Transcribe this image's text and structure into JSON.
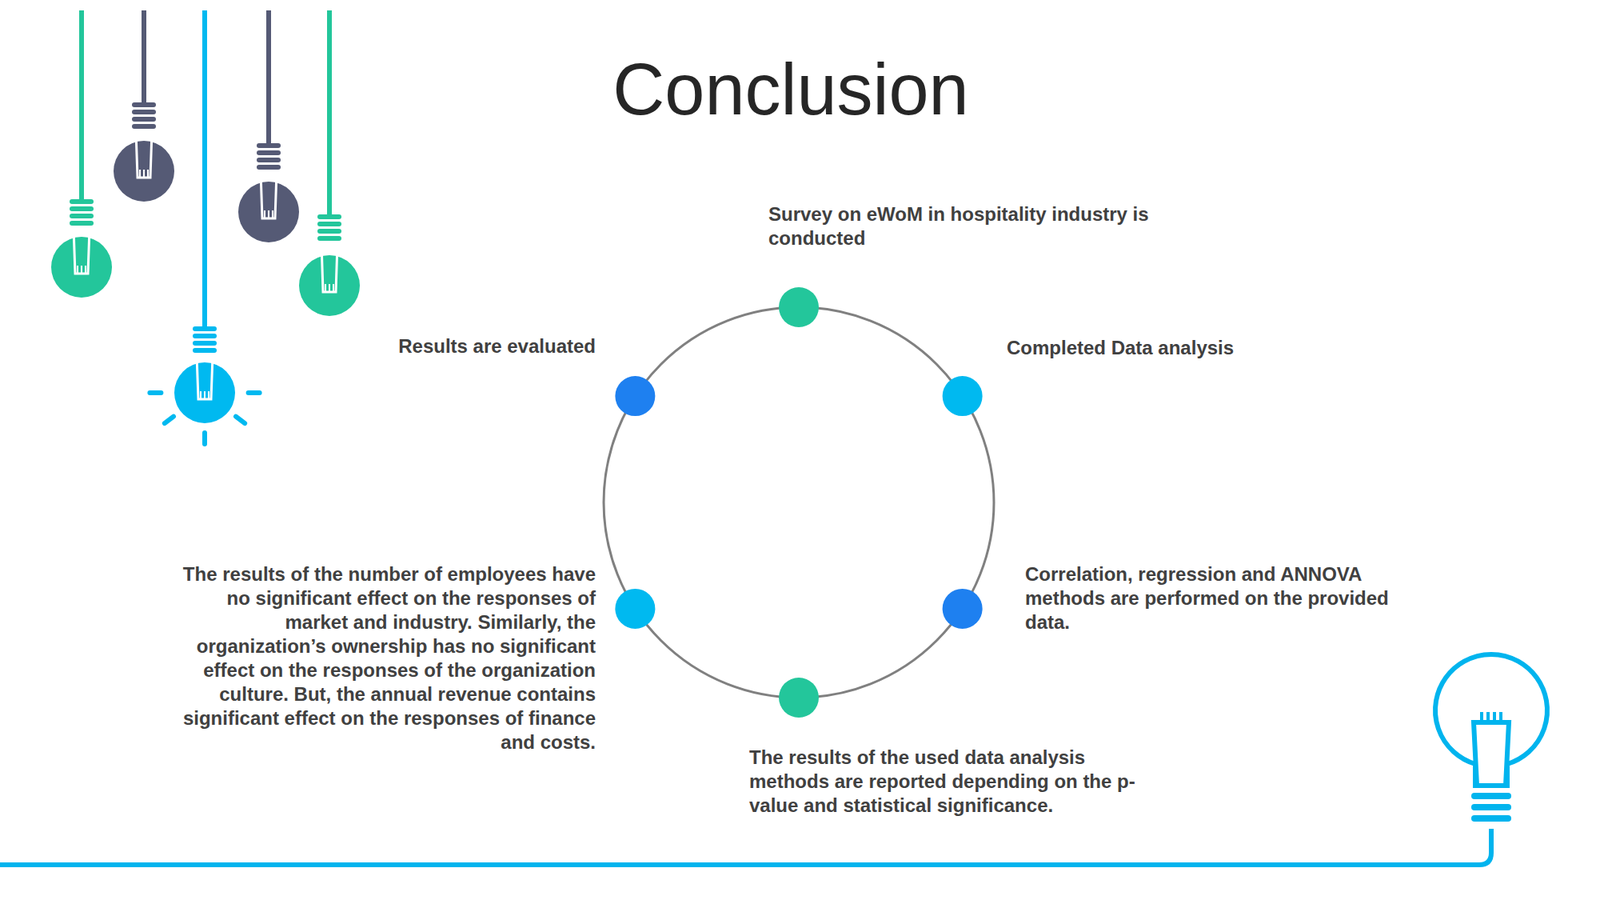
{
  "diagram": {
    "title": "Conclusion",
    "labels": [
      "Survey on eWoM in hospitality industry is conducted",
      "Completed Data analysis",
      "Correlation, regression and ANNOVA methods are performed on the provided data.",
      "The results of the used data analysis methods are reported depending on the p-value and statistical significance.",
      "The results of the number of employees have no significant effect on the responses of market and industry. Similarly, the organization’s ownership has no significant effect on the responses of the organization culture. But, the annual revenue contains significant effect on the responses of finance and costs.",
      "Results are evaluated"
    ]
  }
}
